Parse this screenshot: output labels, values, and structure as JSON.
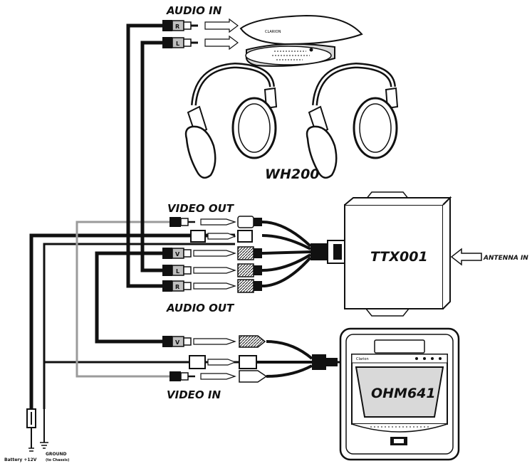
{
  "labels": {
    "audio_in": "AUDIO IN",
    "headphones_model": "WH200",
    "video_out": "VIDEO OUT",
    "audio_out": "AUDIO OUT",
    "video_in": "VIDEO IN",
    "tuner_model": "TTX001",
    "antenna_in": "ANTENNA IN",
    "monitor_model": "OHM641",
    "battery": "Battery +12V",
    "ground": "GROUND",
    "ground_sub": "(to Chassis)",
    "transmitter_brand": "CLARION",
    "monitor_brand": "Clarion"
  },
  "plug_codes": {
    "right": "R",
    "left": "L",
    "video": "V"
  },
  "colors": {
    "ink": "#111111",
    "wire_gray": "#9b9b9b",
    "plug_gray": "#bfbfbf",
    "screen": "#d9d9d9"
  }
}
